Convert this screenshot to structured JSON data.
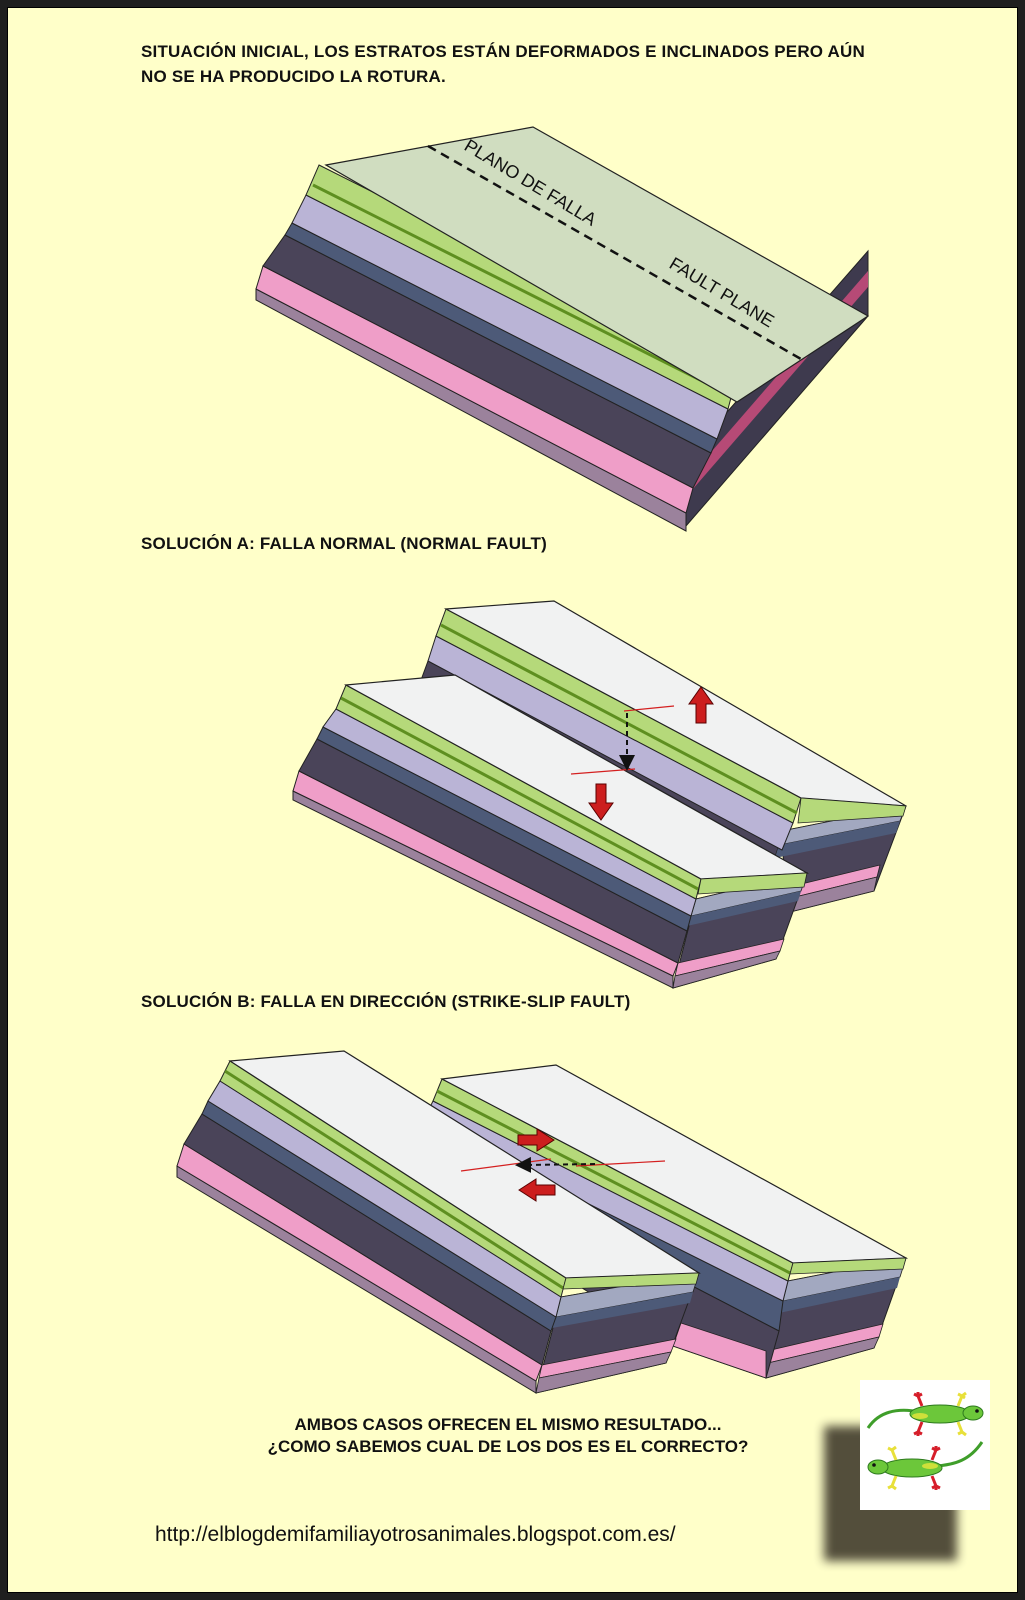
{
  "headings": {
    "initial_line1": "SITUACIÓN INICIAL, LOS ESTRATOS ESTÁN DEFORMADOS E INCLINADOS PERO AÚN",
    "initial_line2": "NO SE HA PRODUCIDO LA ROTURA.",
    "normal": "SOLUCIÓN A: FALLA NORMAL (NORMAL FAULT)",
    "strike_slip": "SOLUCIÓN B: FALLA EN DIRECCIÓN (STRIKE-SLIP  FAULT)"
  },
  "block_labels": {
    "plane_es": "PLANO DE FALLA",
    "plane_en": "FAULT PLANE"
  },
  "question": {
    "line1": "AMBOS CASOS OFRECEN EL MISMO RESULTADO...",
    "line2": "¿COMO SABEMOS CUAL DE LOS DOS ES EL CORRECTO?"
  },
  "url": "http://elblogdemifamiliayotrosanimales.blogspot.com.es/",
  "colors": {
    "background": "#ffffc9",
    "top_surface_initial": "#d0ddc0",
    "top_surface_blocks": "#f1f2f2",
    "green_layer": "#b5d97a",
    "lavender_layer": "#bab4d6",
    "blue_grey_layer": "#4d5a78",
    "dark_layer": "#4a4459",
    "pink_layer": "#ef9ec8",
    "mauve_layer": "#9b829c",
    "arrow_red": "#cc1e1e"
  },
  "logo_icon": "gecko-icon"
}
